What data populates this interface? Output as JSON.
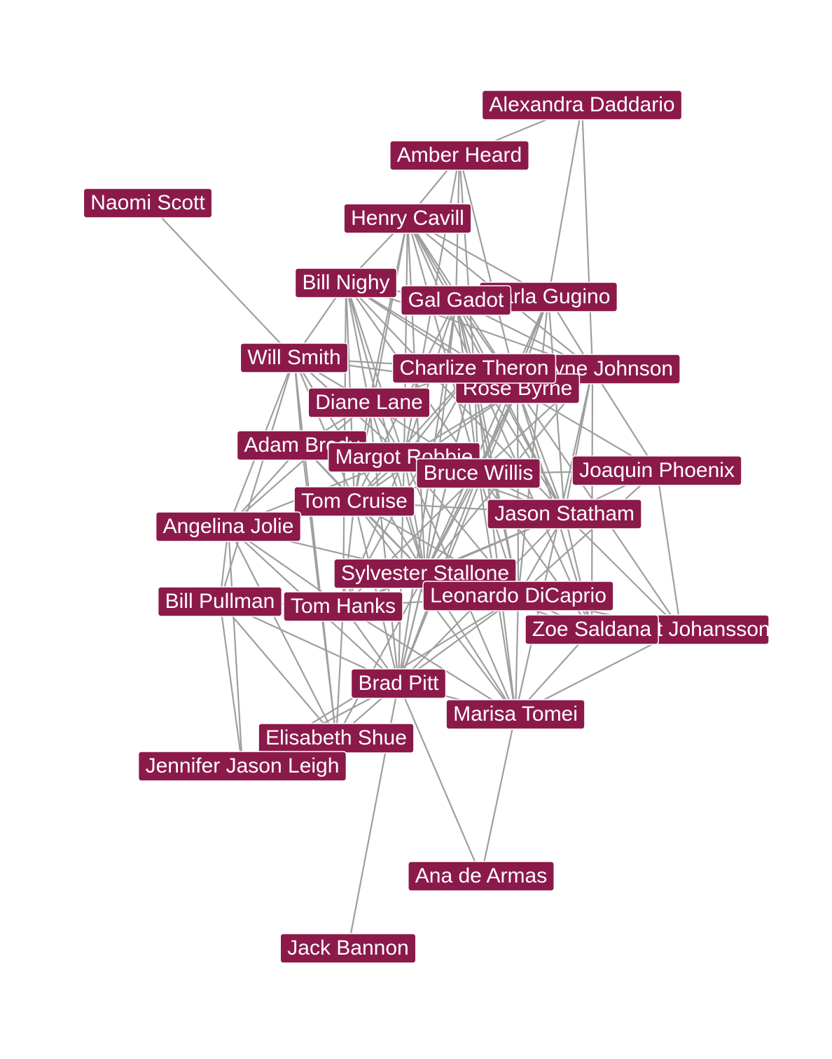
{
  "colors": {
    "node_fill": "#8b1a4a",
    "node_text": "#ffffff",
    "edge": "#9e9e9e",
    "background": "#ffffff"
  },
  "nodes": [
    {
      "id": "alexandra",
      "label": "Alexandra Daddario"
    },
    {
      "id": "amber",
      "label": "Amber Heard"
    },
    {
      "id": "naomi",
      "label": "Naomi Scott"
    },
    {
      "id": "henry",
      "label": "Henry Cavill"
    },
    {
      "id": "carla",
      "label": "Carla Gugino"
    },
    {
      "id": "billnighy",
      "label": "Bill Nighy"
    },
    {
      "id": "galgadot",
      "label": "Gal Gadot"
    },
    {
      "id": "willsmith",
      "label": "Will Smith"
    },
    {
      "id": "dwayne",
      "label": "Dwayne Johnson"
    },
    {
      "id": "rose",
      "label": "Rose Byrne"
    },
    {
      "id": "charlize",
      "label": "Charlize Theron"
    },
    {
      "id": "diane",
      "label": "Diane Lane"
    },
    {
      "id": "adam",
      "label": "Adam Brody"
    },
    {
      "id": "margot",
      "label": "Margot Robbie"
    },
    {
      "id": "bruce",
      "label": "Bruce Willis"
    },
    {
      "id": "joaquin",
      "label": "Joaquin Phoenix"
    },
    {
      "id": "tomcruise",
      "label": "Tom Cruise"
    },
    {
      "id": "jason",
      "label": "Jason Statham"
    },
    {
      "id": "angelina",
      "label": "Angelina Jolie"
    },
    {
      "id": "sylvester",
      "label": "Sylvester Stallone"
    },
    {
      "id": "billpullman",
      "label": "Bill Pullman"
    },
    {
      "id": "tomhanks",
      "label": "Tom Hanks"
    },
    {
      "id": "leonardo",
      "label": "Leonardo DiCaprio"
    },
    {
      "id": "scarlett",
      "label": "Scarlett Johansson"
    },
    {
      "id": "zoe",
      "label": "Zoe Saldana"
    },
    {
      "id": "bradpitt",
      "label": "Brad Pitt"
    },
    {
      "id": "marisa",
      "label": "Marisa Tomei"
    },
    {
      "id": "elisabeth",
      "label": "Elisabeth Shue"
    },
    {
      "id": "jennifer",
      "label": "Jennifer Jason Leigh"
    },
    {
      "id": "ana",
      "label": "Ana de Armas"
    },
    {
      "id": "jack",
      "label": "Jack Bannon"
    }
  ],
  "edges": [
    [
      "alexandra",
      "amber"
    ],
    [
      "alexandra",
      "carla"
    ],
    [
      "alexandra",
      "dwayne"
    ],
    [
      "amber",
      "henry"
    ],
    [
      "amber",
      "galgadot"
    ],
    [
      "amber",
      "charlize"
    ],
    [
      "amber",
      "margot"
    ],
    [
      "amber",
      "rose"
    ],
    [
      "naomi",
      "willsmith"
    ],
    [
      "henry",
      "billnighy"
    ],
    [
      "henry",
      "carla"
    ],
    [
      "henry",
      "galgadot"
    ],
    [
      "henry",
      "charlize"
    ],
    [
      "henry",
      "rose"
    ],
    [
      "henry",
      "diane"
    ],
    [
      "henry",
      "margot"
    ],
    [
      "henry",
      "bruce"
    ],
    [
      "henry",
      "sylvester"
    ],
    [
      "henry",
      "tomcruise"
    ],
    [
      "henry",
      "jason"
    ],
    [
      "henry",
      "dwayne"
    ],
    [
      "carla",
      "galgadot"
    ],
    [
      "carla",
      "dwayne"
    ],
    [
      "carla",
      "rose"
    ],
    [
      "carla",
      "bruce"
    ],
    [
      "carla",
      "jason"
    ],
    [
      "carla",
      "sylvester"
    ],
    [
      "carla",
      "leonardo"
    ],
    [
      "billnighy",
      "galgadot"
    ],
    [
      "billnighy",
      "willsmith"
    ],
    [
      "billnighy",
      "charlize"
    ],
    [
      "billnighy",
      "diane"
    ],
    [
      "billnighy",
      "margot"
    ],
    [
      "billnighy",
      "tomcruise"
    ],
    [
      "billnighy",
      "sylvester"
    ],
    [
      "billnighy",
      "bruce"
    ],
    [
      "billnighy",
      "tomhanks"
    ],
    [
      "billnighy",
      "jason"
    ],
    [
      "billnighy",
      "dwayne"
    ],
    [
      "billnighy",
      "rose"
    ],
    [
      "galgadot",
      "charlize"
    ],
    [
      "galgadot",
      "rose"
    ],
    [
      "galgadot",
      "margot"
    ],
    [
      "galgadot",
      "bruce"
    ],
    [
      "galgadot",
      "dwayne"
    ],
    [
      "galgadot",
      "tomcruise"
    ],
    [
      "galgadot",
      "sylvester"
    ],
    [
      "galgadot",
      "jason"
    ],
    [
      "galgadot",
      "leonardo"
    ],
    [
      "galgadot",
      "bradpitt"
    ],
    [
      "willsmith",
      "charlize"
    ],
    [
      "willsmith",
      "diane"
    ],
    [
      "willsmith",
      "adam"
    ],
    [
      "willsmith",
      "margot"
    ],
    [
      "willsmith",
      "angelina"
    ],
    [
      "willsmith",
      "billpullman"
    ],
    [
      "willsmith",
      "tomcruise"
    ],
    [
      "willsmith",
      "sylvester"
    ],
    [
      "willsmith",
      "elisabeth"
    ],
    [
      "willsmith",
      "rose"
    ],
    [
      "dwayne",
      "charlize"
    ],
    [
      "dwayne",
      "rose"
    ],
    [
      "dwayne",
      "bruce"
    ],
    [
      "dwayne",
      "jason"
    ],
    [
      "dwayne",
      "joaquin"
    ],
    [
      "dwayne",
      "sylvester"
    ],
    [
      "dwayne",
      "zoe"
    ],
    [
      "dwayne",
      "marisa"
    ],
    [
      "rose",
      "charlize"
    ],
    [
      "rose",
      "margot"
    ],
    [
      "rose",
      "bruce"
    ],
    [
      "rose",
      "jason"
    ],
    [
      "rose",
      "joaquin"
    ],
    [
      "rose",
      "tomcruise"
    ],
    [
      "rose",
      "sylvester"
    ],
    [
      "rose",
      "leonardo"
    ],
    [
      "rose",
      "bradpitt"
    ],
    [
      "rose",
      "zoe"
    ],
    [
      "rose",
      "scarlett"
    ],
    [
      "charlize",
      "diane"
    ],
    [
      "charlize",
      "margot"
    ],
    [
      "charlize",
      "bruce"
    ],
    [
      "charlize",
      "tomcruise"
    ],
    [
      "charlize",
      "sylvester"
    ],
    [
      "charlize",
      "tomhanks"
    ],
    [
      "charlize",
      "leonardo"
    ],
    [
      "charlize",
      "bradpitt"
    ],
    [
      "charlize",
      "jason"
    ],
    [
      "charlize",
      "zoe"
    ],
    [
      "charlize",
      "marisa"
    ],
    [
      "diane",
      "adam"
    ],
    [
      "diane",
      "margot"
    ],
    [
      "diane",
      "tomcruise"
    ],
    [
      "diane",
      "sylvester"
    ],
    [
      "diane",
      "bruce"
    ],
    [
      "diane",
      "angelina"
    ],
    [
      "diane",
      "bradpitt"
    ],
    [
      "adam",
      "margot"
    ],
    [
      "adam",
      "tomcruise"
    ],
    [
      "adam",
      "sylvester"
    ],
    [
      "adam",
      "angelina"
    ],
    [
      "adam",
      "elisabeth"
    ],
    [
      "margot",
      "bruce"
    ],
    [
      "margot",
      "tomcruise"
    ],
    [
      "margot",
      "sylvester"
    ],
    [
      "margot",
      "tomhanks"
    ],
    [
      "margot",
      "bradpitt"
    ],
    [
      "margot",
      "leonardo"
    ],
    [
      "margot",
      "jason"
    ],
    [
      "margot",
      "angelina"
    ],
    [
      "margot",
      "marisa"
    ],
    [
      "bruce",
      "jason"
    ],
    [
      "bruce",
      "joaquin"
    ],
    [
      "bruce",
      "sylvester"
    ],
    [
      "bruce",
      "leonardo"
    ],
    [
      "bruce",
      "bradpitt"
    ],
    [
      "bruce",
      "tomcruise"
    ],
    [
      "bruce",
      "zoe"
    ],
    [
      "bruce",
      "marisa"
    ],
    [
      "bruce",
      "tomhanks"
    ],
    [
      "joaquin",
      "jason"
    ],
    [
      "joaquin",
      "scarlett"
    ],
    [
      "joaquin",
      "leonardo"
    ],
    [
      "tomcruise",
      "sylvester"
    ],
    [
      "tomcruise",
      "tomhanks"
    ],
    [
      "tomcruise",
      "angelina"
    ],
    [
      "tomcruise",
      "bradpitt"
    ],
    [
      "tomcruise",
      "jason"
    ],
    [
      "tomcruise",
      "leonardo"
    ],
    [
      "tomcruise",
      "marisa"
    ],
    [
      "jason",
      "sylvester"
    ],
    [
      "jason",
      "leonardo"
    ],
    [
      "jason",
      "bradpitt"
    ],
    [
      "jason",
      "zoe"
    ],
    [
      "jason",
      "scarlett"
    ],
    [
      "jason",
      "tomhanks"
    ],
    [
      "angelina",
      "sylvester"
    ],
    [
      "angelina",
      "billpullman"
    ],
    [
      "angelina",
      "bradpitt"
    ],
    [
      "angelina",
      "elisabeth"
    ],
    [
      "angelina",
      "jennifer"
    ],
    [
      "angelina",
      "tomhanks"
    ],
    [
      "sylvester",
      "tomhanks"
    ],
    [
      "sylvester",
      "leonardo"
    ],
    [
      "sylvester",
      "bradpitt"
    ],
    [
      "sylvester",
      "marisa"
    ],
    [
      "sylvester",
      "zoe"
    ],
    [
      "sylvester",
      "elisabeth"
    ],
    [
      "billpullman",
      "tomhanks"
    ],
    [
      "billpullman",
      "bradpitt"
    ],
    [
      "billpullman",
      "jennifer"
    ],
    [
      "billpullman",
      "elisabeth"
    ],
    [
      "tomhanks",
      "leonardo"
    ],
    [
      "tomhanks",
      "bradpitt"
    ],
    [
      "tomhanks",
      "elisabeth"
    ],
    [
      "tomhanks",
      "marisa"
    ],
    [
      "leonardo",
      "bradpitt"
    ],
    [
      "leonardo",
      "marisa"
    ],
    [
      "leonardo",
      "zoe"
    ],
    [
      "leonardo",
      "scarlett"
    ],
    [
      "leonardo",
      "jennifer"
    ],
    [
      "zoe",
      "marisa"
    ],
    [
      "scarlett",
      "marisa"
    ],
    [
      "bradpitt",
      "marisa"
    ],
    [
      "bradpitt",
      "elisabeth"
    ],
    [
      "bradpitt",
      "jennifer"
    ],
    [
      "bradpitt",
      "ana"
    ],
    [
      "bradpitt",
      "jack"
    ],
    [
      "marisa",
      "ana"
    ]
  ]
}
